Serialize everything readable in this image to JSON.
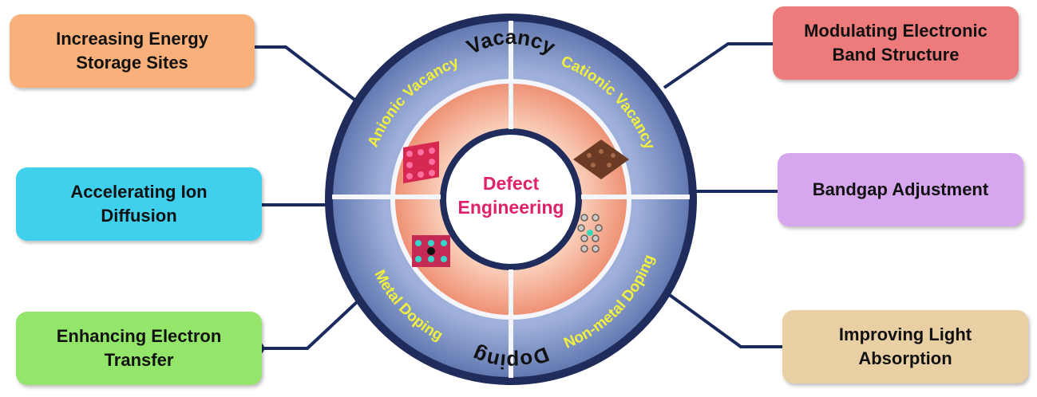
{
  "center": {
    "line1": "Defect",
    "line2": "Engineering"
  },
  "inner_ring": {
    "top": "Vacancy",
    "bottom": "Doping"
  },
  "outer_ring": {
    "top_left": "Anionic Vacancy",
    "top_right": "Cationic Vacancy",
    "bottom_left": "Metal Doping",
    "bottom_right": "Non-metal Doping"
  },
  "boxes": {
    "left_top": "Increasing Energy\nStorage Sites",
    "left_mid": "Accelerating Ion\nDiffusion",
    "left_bottom": "Enhancing Electron\nTransfer",
    "right_top": "Modulating Electronic\nBand Structure",
    "right_mid": "Bandgap Adjustment",
    "right_bottom": "Improving Light\nAbsorption"
  },
  "colors": {
    "outer_ring": "#6b82b8",
    "outer_border": "#1f2c5c",
    "ring_text": "#f2f23a",
    "inner_ring": "#f0a184",
    "center_text": "#e0206a",
    "connector": "#1b2a5e",
    "box_orange": "#f9b07a",
    "box_cyan": "#3fd0ee",
    "box_green": "#93e66a",
    "box_red": "#ee7b7b",
    "box_purple": "#d6a6ee",
    "box_tan": "#e9d0a4"
  }
}
